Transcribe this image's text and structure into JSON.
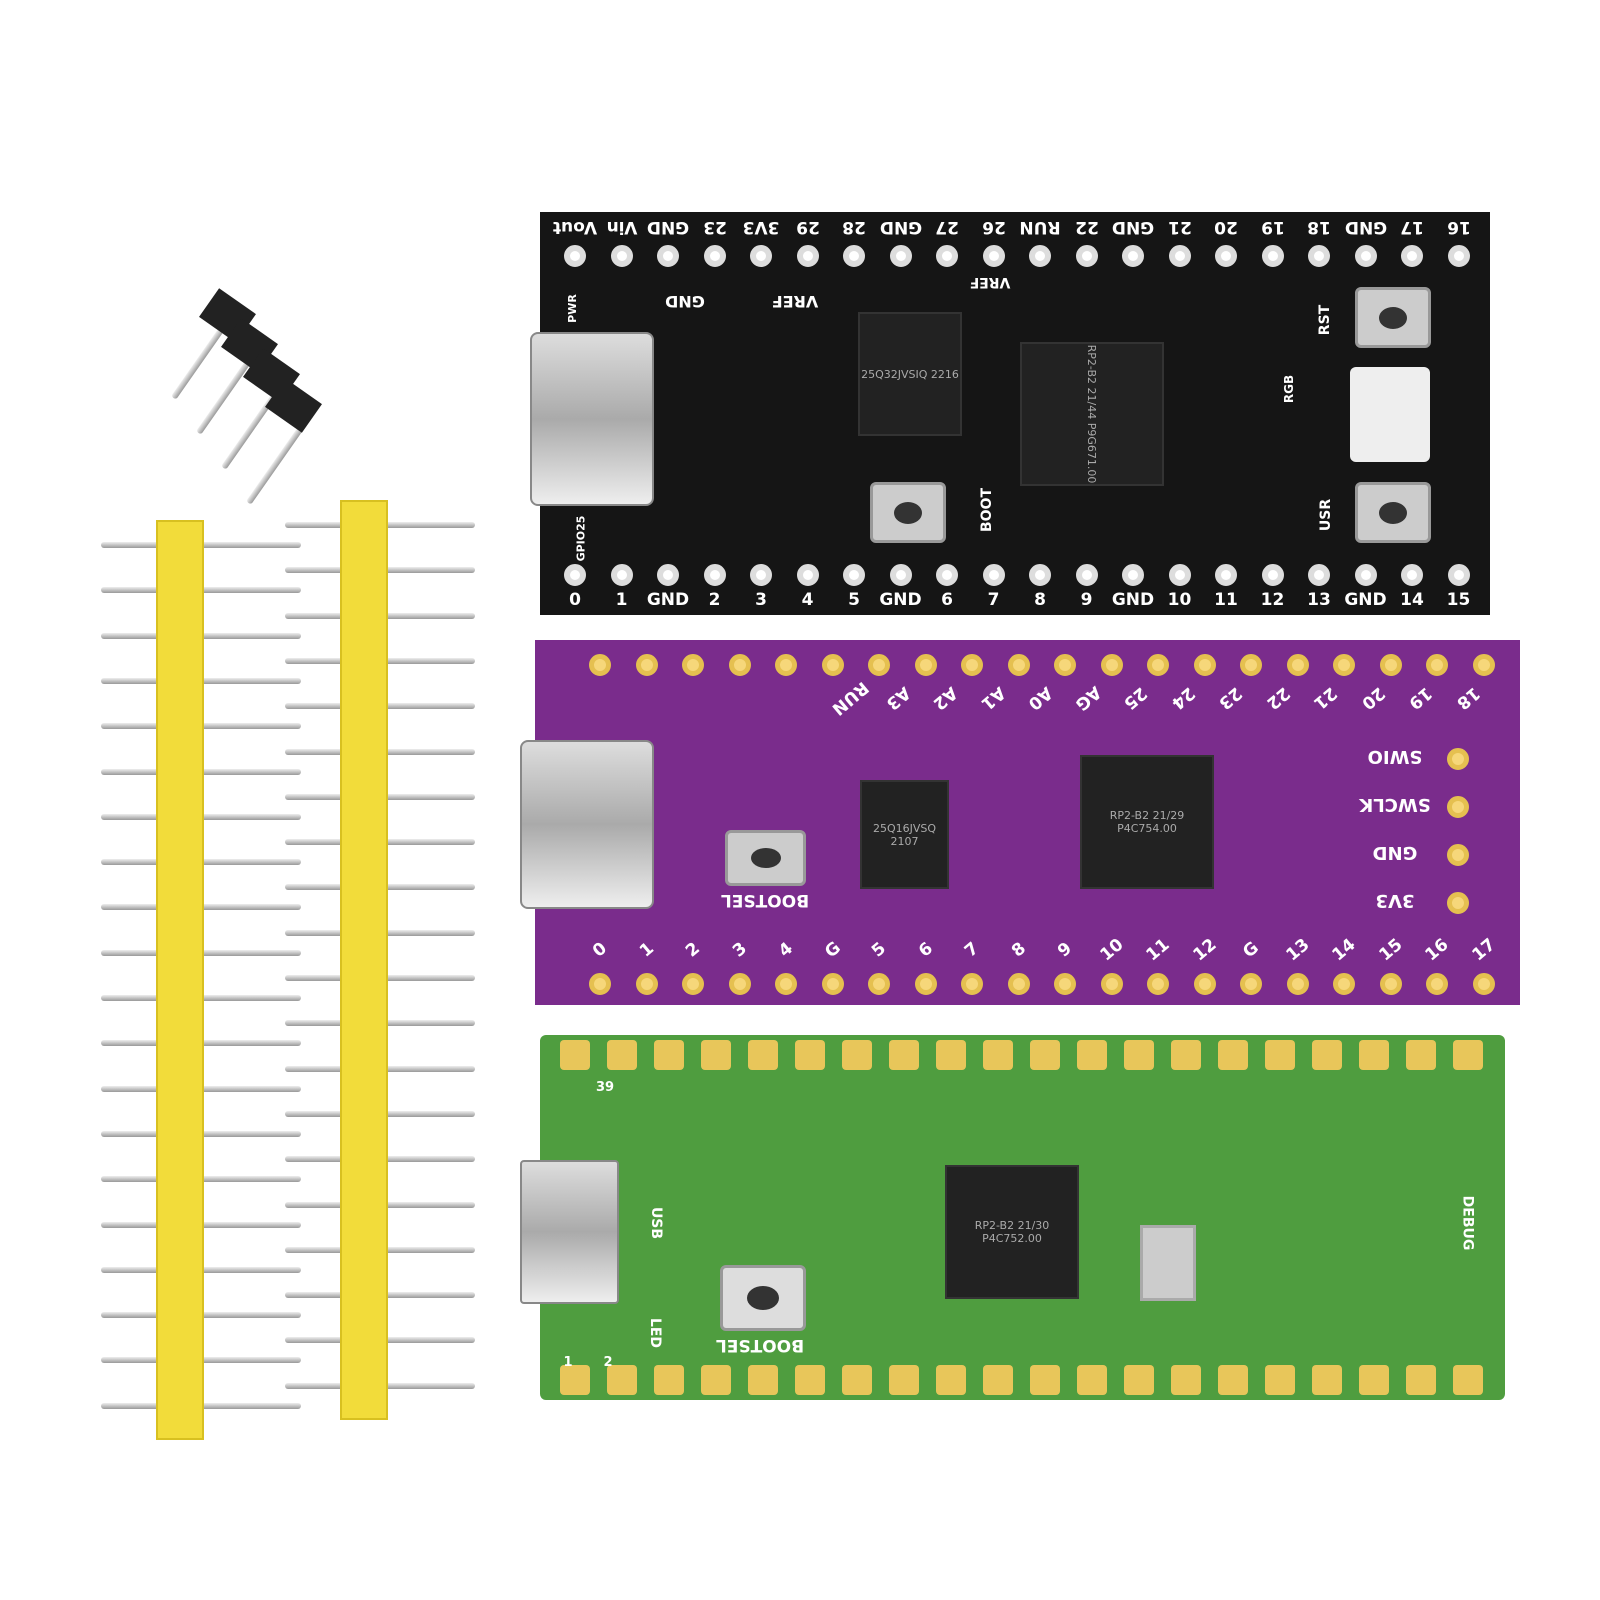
{
  "black_board": {
    "top_labels": [
      "Vout",
      "Vin",
      "GND",
      "23",
      "3V3",
      "29",
      "28",
      "GND",
      "27",
      "26",
      "RUN",
      "22",
      "GND",
      "21",
      "20",
      "19",
      "18",
      "GND",
      "17",
      "16"
    ],
    "bottom_labels": [
      "0",
      "1",
      "GND",
      "2",
      "3",
      "4",
      "5",
      "GND",
      "6",
      "7",
      "8",
      "9",
      "GND",
      "10",
      "11",
      "12",
      "13",
      "GND",
      "14",
      "15"
    ],
    "misc": {
      "gnd": "GND",
      "vref": "VREF",
      "vref2": "VREF",
      "boot": "BOOT",
      "rst": "RST",
      "usr": "USR",
      "rgb": "RGB",
      "pwr": "PWR",
      "gpio25": "GPIO25"
    },
    "flash_chip": "25Q32JVSIQ 2216",
    "mcu_chip": "RP2-B2 21/44 P9G671.00"
  },
  "purple_board": {
    "top_labels": [
      "RUN",
      "A3",
      "A2",
      "A1",
      "A0",
      "AG",
      "25",
      "24",
      "23",
      "22",
      "21",
      "20",
      "19",
      "18"
    ],
    "side_labels": [
      "SWIO",
      "SWCLK",
      "GND",
      "3V3"
    ],
    "bottom_labels": [
      "0",
      "1",
      "2",
      "3",
      "4",
      "G",
      "5",
      "6",
      "7",
      "8",
      "9",
      "10",
      "11",
      "12",
      "G",
      "13",
      "14",
      "15",
      "16",
      "17"
    ],
    "bootsel": "BOOTSEL",
    "flash_chip": "25Q16JVSQ 2107",
    "mcu_chip": "RP2-B2 21/29 P4C754.00"
  },
  "green_board": {
    "pin39": "39",
    "usb": "USB",
    "led": "LED",
    "bootsel": "BOOTSEL",
    "debug": "DEBUG",
    "pin1": "1",
    "pin2": "2",
    "mcu_chip": "RP2-B2 21/30 P4C752.00"
  }
}
